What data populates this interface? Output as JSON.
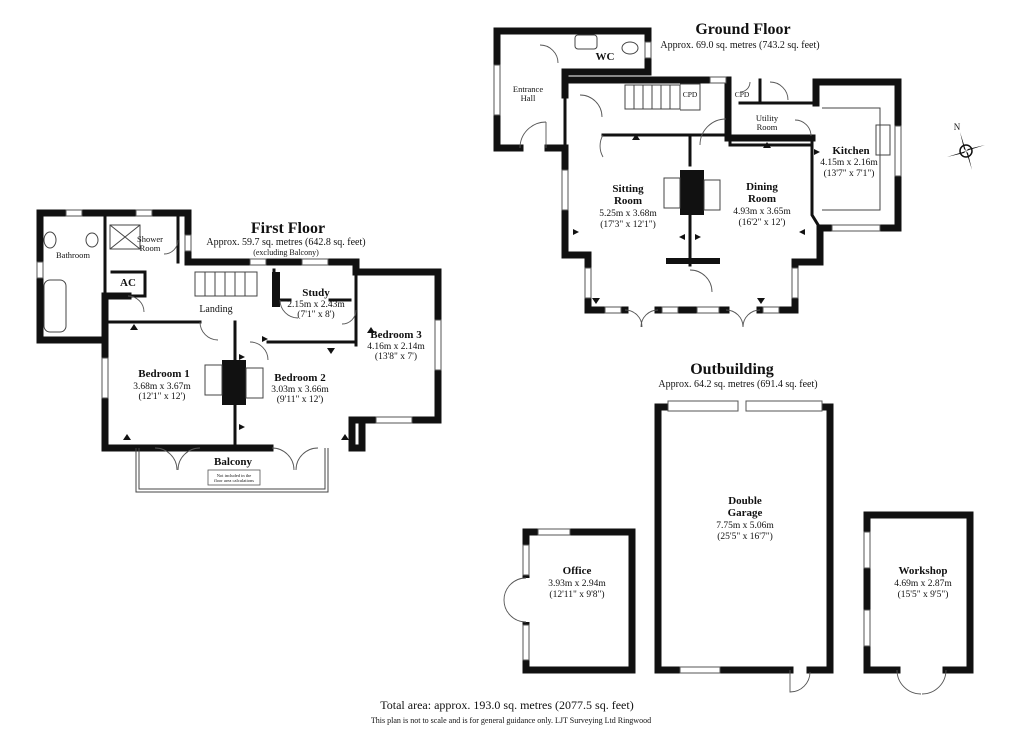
{
  "floors": {
    "first": {
      "title": "First Floor",
      "area": "Approx. 59.7 sq. metres (642.8 sq. feet)",
      "area_note": "(excluding Balcony)",
      "rooms": {
        "bathroom": "Bathroom",
        "shower_room": [
          "Shower",
          "Room"
        ],
        "ac": "AC",
        "landing": "Landing",
        "study": {
          "name": "Study",
          "metric": "2.15m x 2.43m",
          "imperial": "(7'1\" x 8')"
        },
        "bedroom1": {
          "name": "Bedroom 1",
          "metric": "3.68m x 3.67m",
          "imperial": "(12'1\" x 12')"
        },
        "bedroom2": {
          "name": "Bedroom 2",
          "metric": "3.03m x 3.66m",
          "imperial": "(9'11\" x 12')"
        },
        "bedroom3": {
          "name": "Bedroom 3",
          "metric": "4.16m x 2.14m",
          "imperial": "(13'8\" x 7')"
        },
        "balcony": "Balcony",
        "balcony_note": [
          "Not included in the",
          "floor area calculations"
        ]
      }
    },
    "ground": {
      "title": "Ground Floor",
      "area": "Approx. 69.0 sq. metres (743.2 sq. feet)",
      "rooms": {
        "wc": "WC",
        "entrance_hall": [
          "Entrance",
          "Hall"
        ],
        "cpd1": "CPD",
        "cpd2": "CPD",
        "utility": [
          "Utility",
          "Room"
        ],
        "kitchen": {
          "name": "Kitchen",
          "metric": "4.15m x 2.16m",
          "imperial": "(13'7\" x 7'1\")"
        },
        "sitting": {
          "name": [
            "Sitting",
            "Room"
          ],
          "metric": "5.25m x 3.68m",
          "imperial": "(17'3\" x 12'1\")"
        },
        "dining": {
          "name": [
            "Dining",
            "Room"
          ],
          "metric": "4.93m x 3.65m",
          "imperial": "(16'2\" x 12')"
        }
      }
    },
    "outbuilding": {
      "title": "Outbuilding",
      "area": "Approx. 64.2 sq. metres (691.4 sq. feet)",
      "rooms": {
        "garage": {
          "name": [
            "Double",
            "Garage"
          ],
          "metric": "7.75m x 5.06m",
          "imperial": "(25'5\" x 16'7\")"
        },
        "office": {
          "name": "Office",
          "metric": "3.93m x 2.94m",
          "imperial": "(12'11\" x 9'8\")"
        },
        "workshop": {
          "name": "Workshop",
          "metric": "4.69m x 2.87m",
          "imperial": "(15'5\" x 9'5\")"
        }
      }
    }
  },
  "compass": {
    "label": "N",
    "icon": "compass-icon"
  },
  "footer": {
    "total": "Total area: approx. 193.0 sq. metres (2077.5 sq. feet)",
    "disclaimer": "This plan is not to scale and is for general guidance only. LJT Surveying Ltd Ringwood"
  }
}
